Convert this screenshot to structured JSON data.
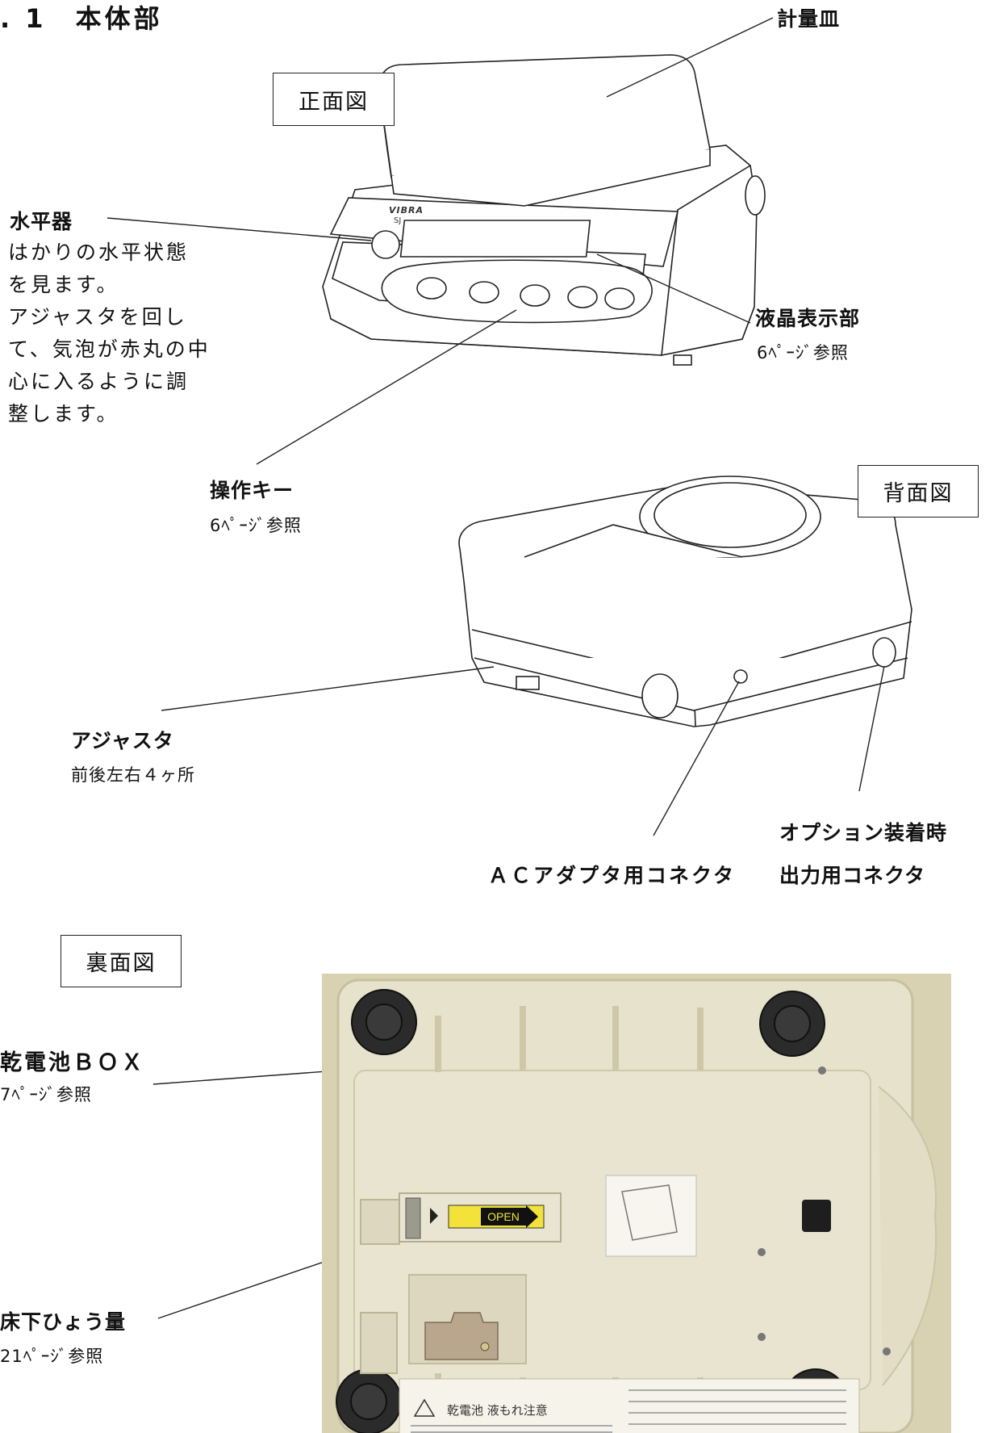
{
  "section": {
    "title": ". 1　本体部"
  },
  "views": {
    "front": "正面図",
    "back": "背面図",
    "bottom": "裏面図"
  },
  "labels": {
    "pan": "計量皿",
    "level": {
      "title": "水平器",
      "desc": [
        "はかりの水平状態",
        "を見ます。",
        "アジャスタを回し",
        "て、気泡が赤丸の中",
        "心に入るように調",
        "整します。"
      ]
    },
    "lcd": {
      "title": "液晶表示部",
      "ref": "6ﾍﾟｰｼﾞ参照"
    },
    "keys": {
      "title": "操作キー",
      "ref": "6ﾍﾟｰｼﾞ参照"
    },
    "adjuster": {
      "title": "アジャスタ",
      "desc": "前後左右４ヶ所"
    },
    "ac_connector": "ＡＣアダプタ用コネクタ",
    "option": {
      "line1": "オプション装着時",
      "line2": "出力用コネクタ"
    },
    "battery": {
      "title": "乾電池ＢＯＸ",
      "ref": "7ﾍﾟｰｼﾞ参照"
    },
    "underhook": {
      "title": "床下ひょう量",
      "ref": "21ﾍﾟｰｼﾞ参照"
    }
  },
  "photo": {
    "open_label": "OPEN",
    "warning_title": "乾電池 液もれ注意",
    "brand": "VIBRA",
    "model": "SJ"
  },
  "colors": {
    "photo_bg": "#d8d2b2",
    "body": "#e7e2cc",
    "foot": "#2a2a2a",
    "warn_yellow": "#f2e23a"
  }
}
